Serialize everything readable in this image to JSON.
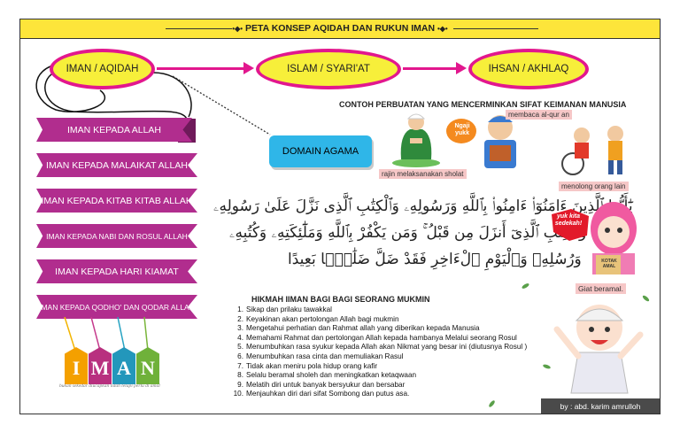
{
  "title": "PETA KONSEP AQIDAH DAN RUKUN IMAN",
  "title_decoration": "•◆•",
  "flow": [
    "IMAN / AQIDAH",
    "ISLAM / SYARI'AT",
    "IHSAN / AKHLAQ"
  ],
  "domain_label": "DOMAIN AGAMA",
  "rukun_iman": [
    "IMAN KEPADA ALLAH",
    "IMAN KEPADA MALAIKAT ALLAH",
    "IMAN KEPADA KITAB KITAB ALLAH",
    "IMAN KEPADA NABI DAN ROSUL ALLAH",
    "IMAN KEPADA HARI KIAMAT",
    "IMAN KEPADA QODHO' DAN QODAR ALLAH"
  ],
  "contoh_heading": "CONTOH PERBUATAN YANG MENCERMINKAN SIFAT KEIMANAN MANUSIA",
  "captions": {
    "sholat": "rajin melaksanakan sholat",
    "quran": "membaca al-qur an",
    "menolong": "menolong orang lain",
    "beramal": "Giat beramal."
  },
  "bubble_text": "Ngaji yukk",
  "sedekah_text": "yuk kita sedekah!",
  "kotak_amal": "KOTAK AMAL",
  "arabic_lines": [
    "يَٰٓأَيُّهَا ٱلَّذِينَ ءَامَنُوٓا۟ ءَامِنُوا۟ بِٱللَّهِ وَرَسُولِهِۦ وَٱلْكِتَٰبِ ٱلَّذِى نَزَّلَ عَلَىٰ رَسُولِهِۦ",
    "وَٱلْكِتَٰبِ ٱلَّذِىٓ أَنزَلَ مِن قَبْلُ ۚ وَمَن يَكْفُرْ بِٱللَّهِ وَمَلَٰٓئِكَتِهِۦ وَكُتُبِهِۦ",
    "وَرُسُلِهِۦ وَٱلْيَوْمِ ٱلْءَاخِرِ فَقَدْ ضَلَّ ضَلَٰلًۢا بَعِيدًا"
  ],
  "hikmah_heading": "HIKMAH IIMAN BAGI BAGI SEORANG MUKMIN",
  "hikmah": [
    "Sikap dan prilaku tawakkal",
    "Keyakinan akan pertolongan Allah bagi mukmin",
    "Mengetahui perhatian dan Rahmat allah yang diberikan kepada Manusia",
    "Memahami Rahmat dan pertolongan Allah kepada hambanya Melalui seorang Rosul",
    "Menumbuhkan rasa syukur kepada Allah akan Nikmat yang besar ini (diutusnya Rosul )",
    "Menumbuhkan rasa cinta dan memuliakan Rasul",
    "Tidak akan meniru pola hidup orang kafir",
    "Selalu beramal sholeh dan meningkatkan ketaqwaan",
    "Melatih diri untuk banyak bersyukur dan bersabar",
    "Menjauhkan diri dari sifat Sombong dan putus asa."
  ],
  "iman_letters": [
    "I",
    "M",
    "A",
    "N"
  ],
  "iman_tagline": "bukan sekedar diucapkan lidah tetapi perlu di amal",
  "author": "by : abd. karim amrulloh",
  "colors": {
    "title_bg": "#fde53a",
    "oval_fill": "#f7ef3a",
    "oval_border": "#e2178e",
    "ribbon": "#b12d8e",
    "domain_box": "#2fb6e8",
    "caption_bg": "#f6c7c7"
  }
}
